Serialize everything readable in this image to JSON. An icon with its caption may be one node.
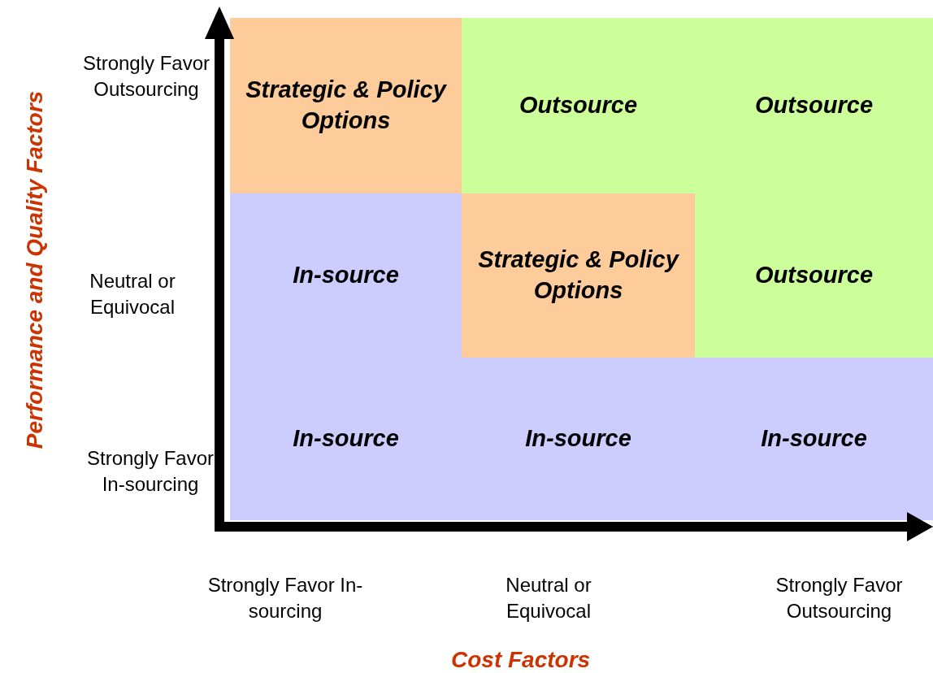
{
  "diagram": {
    "nodes": [
      {
        "text": [
          "Strategic & Policy Options"
        ]
      },
      {
        "text": [
          "Outsource"
        ]
      },
      {
        "text": [
          "Outsource"
        ]
      },
      {
        "text": [
          "In-source"
        ]
      },
      {
        "text": [
          "Strategic & Policy Options"
        ]
      },
      {
        "text": [
          "Outsource"
        ]
      },
      {
        "text": [
          "In-source"
        ]
      },
      {
        "text": [
          "In-source"
        ]
      },
      {
        "text": [
          "In-source"
        ]
      }
    ],
    "edges": [],
    "labels": [
      "Performance and Quality Factors",
      "Strongly Favor Outsourcing",
      "Neutral or Equivocal",
      "Strongly Favor In-sourcing",
      "Strongly Favor In-sourcing",
      "Neutral or Equivocal",
      "Strongly Favor Outsourcing",
      "Cost Factors"
    ]
  }
}
